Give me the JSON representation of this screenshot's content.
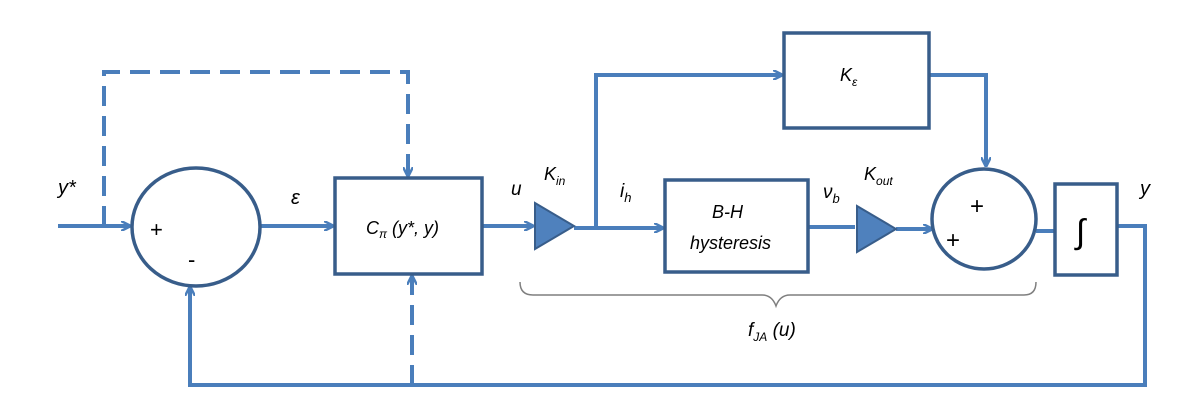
{
  "colors": {
    "line": "#4a7ebb",
    "block_stroke": "#385d8a",
    "gain_fill": "#4f81bd",
    "brace": "#7f7f7f",
    "text": "#000000"
  },
  "signals": {
    "reference": "y*",
    "error": "ε",
    "control": "u",
    "current": "i",
    "current_sub": "h",
    "flux": "ν",
    "flux_sub": "b",
    "output": "y"
  },
  "blocks": {
    "controller": {
      "main": "C",
      "sub": "π",
      "args": " (y*, y)"
    },
    "hysteresis": {
      "line1": "B-H",
      "line2": "hysteresis"
    },
    "k_eps": {
      "main": "K",
      "sub": "ε"
    },
    "saturation": {
      "symbol": "∫"
    }
  },
  "gains": {
    "k_in": {
      "main": "K",
      "sub": "in"
    },
    "k_out": {
      "main": "K",
      "sub": "out"
    }
  },
  "summers": {
    "error_sum": {
      "plus": "+",
      "minus": "-"
    },
    "output_sum": {
      "plus_top": "+",
      "plus_left": "+"
    }
  },
  "brace": {
    "label_main": "f",
    "label_sub": "JA",
    "label_args": " (u)"
  }
}
